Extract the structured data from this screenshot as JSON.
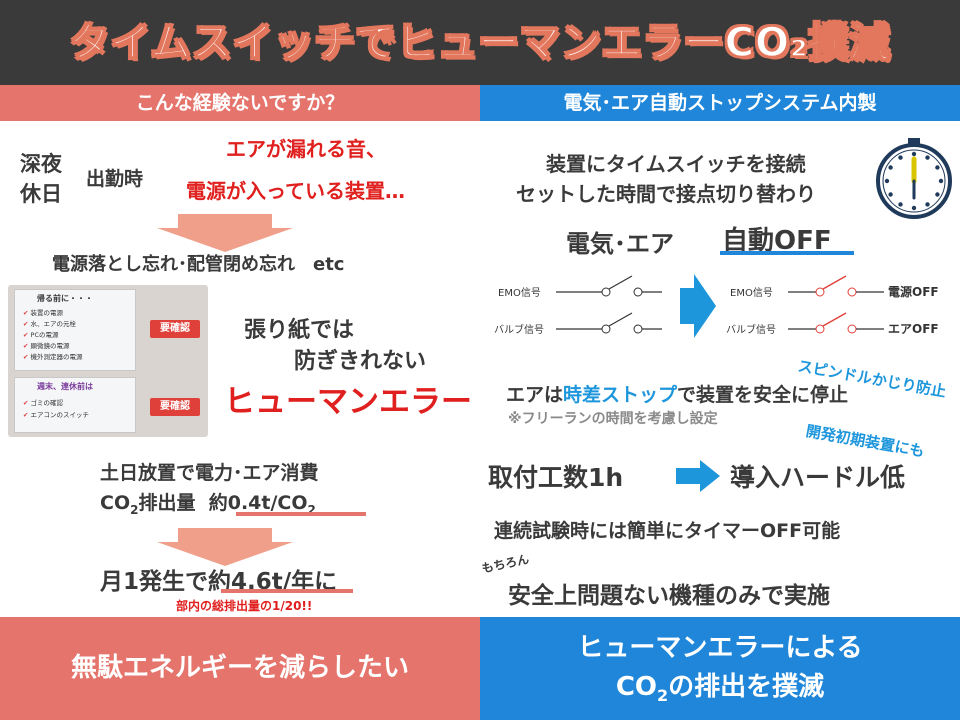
{
  "title": "タイムスイッチでヒューマンエラーCO₂撲滅",
  "left_header": "こんな経験ないですか？",
  "right_header": "電気･エア自動ストップシステム内製",
  "left": {
    "shinya": "深夜",
    "kyujitsu": "休日",
    "shukkinji": "出勤時",
    "air_leak": "エアが漏れる音、",
    "power_on": "電源が入っている装置…",
    "forgot": "電源落とし忘れ･配管閉め忘れ　etc",
    "harigami_1": "張り紙では",
    "harigami_2": "防ぎきれない",
    "human_error": "ヒューマンエラー",
    "idle_1": "土日放置で電力･エア消費",
    "idle_2_prefix": "CO",
    "idle_2_sub": "2",
    "idle_2_mid": "排出量 ",
    "idle_2_val": "約0.4t/CO",
    "idle_2_val_sub": "2",
    "monthly_prefix": "月1発生で",
    "monthly_val": "約4.6t/年",
    "monthly_suffix": "に",
    "ratio": "部内の総排出量の1/20!!",
    "photo": {
      "head1": "帰る前に・・・",
      "items1": [
        "装置の電源",
        "水、エアの元栓",
        "PCの電源",
        "顕微鏡の電源",
        "機外測定器の電源"
      ],
      "tag1": "要確認",
      "head2": "週末、連休前は",
      "items2": [
        "ゴミの確認",
        "エアコンのスイッチ"
      ],
      "tag2": "要確認"
    }
  },
  "right": {
    "line1": "装置にタイムスイッチを接続",
    "line2": "セットした時間で接点切り替わり",
    "denki_air": "電気･エア",
    "auto_off": "自動OFF",
    "emo_left": "EMO信号",
    "valve_left": "バルブ信号",
    "emo_right": "EMO信号",
    "valve_right": "バルブ信号",
    "power_off": "電源OFF",
    "air_off": "エアOFF",
    "spindle": "スピンドルかじり防止",
    "stop_pre": "エアは",
    "stop_hl": "時差ストップ",
    "stop_post": "で装置を安全に停止",
    "freerun": "※フリーランの時間を考慮し設定",
    "early": "開発初期装置にも",
    "install": "取付工数1h",
    "hurdle": "導入ハードル低",
    "timer_off": "連続試験時には簡単にタイマーOFF可能",
    "mochiron": "もちろん",
    "safety": "安全上問題ない機種のみで実施"
  },
  "footer_left": "無駄エネルギーを減らしたい",
  "footer_right_1": "ヒューマンエラーによる",
  "footer_right_2_prefix": "CO",
  "footer_right_2_sub": "2",
  "footer_right_2_suffix": "の排出を撲滅",
  "colors": {
    "coral": "#e5756c",
    "blue": "#1f86d9",
    "red_text": "#e0201e",
    "cyan_text": "#1e96dc",
    "title_band": "#3a3a3a"
  }
}
